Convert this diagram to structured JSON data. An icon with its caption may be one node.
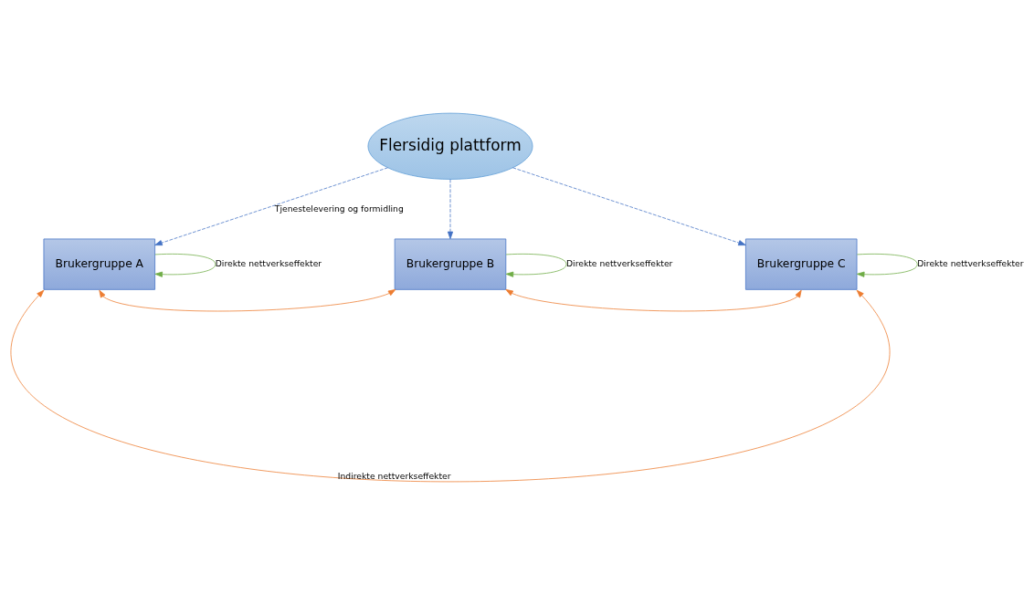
{
  "diagram": {
    "nodes": [
      {
        "text": [
          "Flersidig plattform"
        ]
      },
      {
        "text": [
          "Brukergruppe A"
        ]
      },
      {
        "text": [
          "Brukergruppe B"
        ]
      },
      {
        "text": [
          "Brukergruppe C"
        ]
      }
    ],
    "edges": [
      {
        "from": 0,
        "to": 1,
        "arrow": "to",
        "style": "dashed",
        "color": "#4472c4",
        "label": "Tjenestelevering og formidling"
      },
      {
        "from": 0,
        "to": 2,
        "arrow": "to",
        "style": "dashed",
        "color": "#4472c4"
      },
      {
        "from": 0,
        "to": 3,
        "arrow": "to",
        "style": "dashed",
        "color": "#4472c4"
      },
      {
        "from": 1,
        "to": 1,
        "arrow": "to",
        "color": "#70ad47",
        "label": "Direkte nettverkseffekter"
      },
      {
        "from": 2,
        "to": 2,
        "arrow": "to",
        "color": "#70ad47",
        "label": "Direkte nettverkseffekter"
      },
      {
        "from": 3,
        "to": 3,
        "arrow": "to",
        "color": "#70ad47",
        "label": "Direkte nettverkseffekter"
      },
      {
        "from": 1,
        "to": 2,
        "arrow": "both",
        "color": "#ed7d31"
      },
      {
        "from": 2,
        "to": 3,
        "arrow": "both",
        "color": "#ed7d31"
      },
      {
        "from": 1,
        "to": 3,
        "arrow": "both",
        "color": "#ed7d31",
        "label": "Indirekte nettverkseffekter"
      }
    ]
  }
}
